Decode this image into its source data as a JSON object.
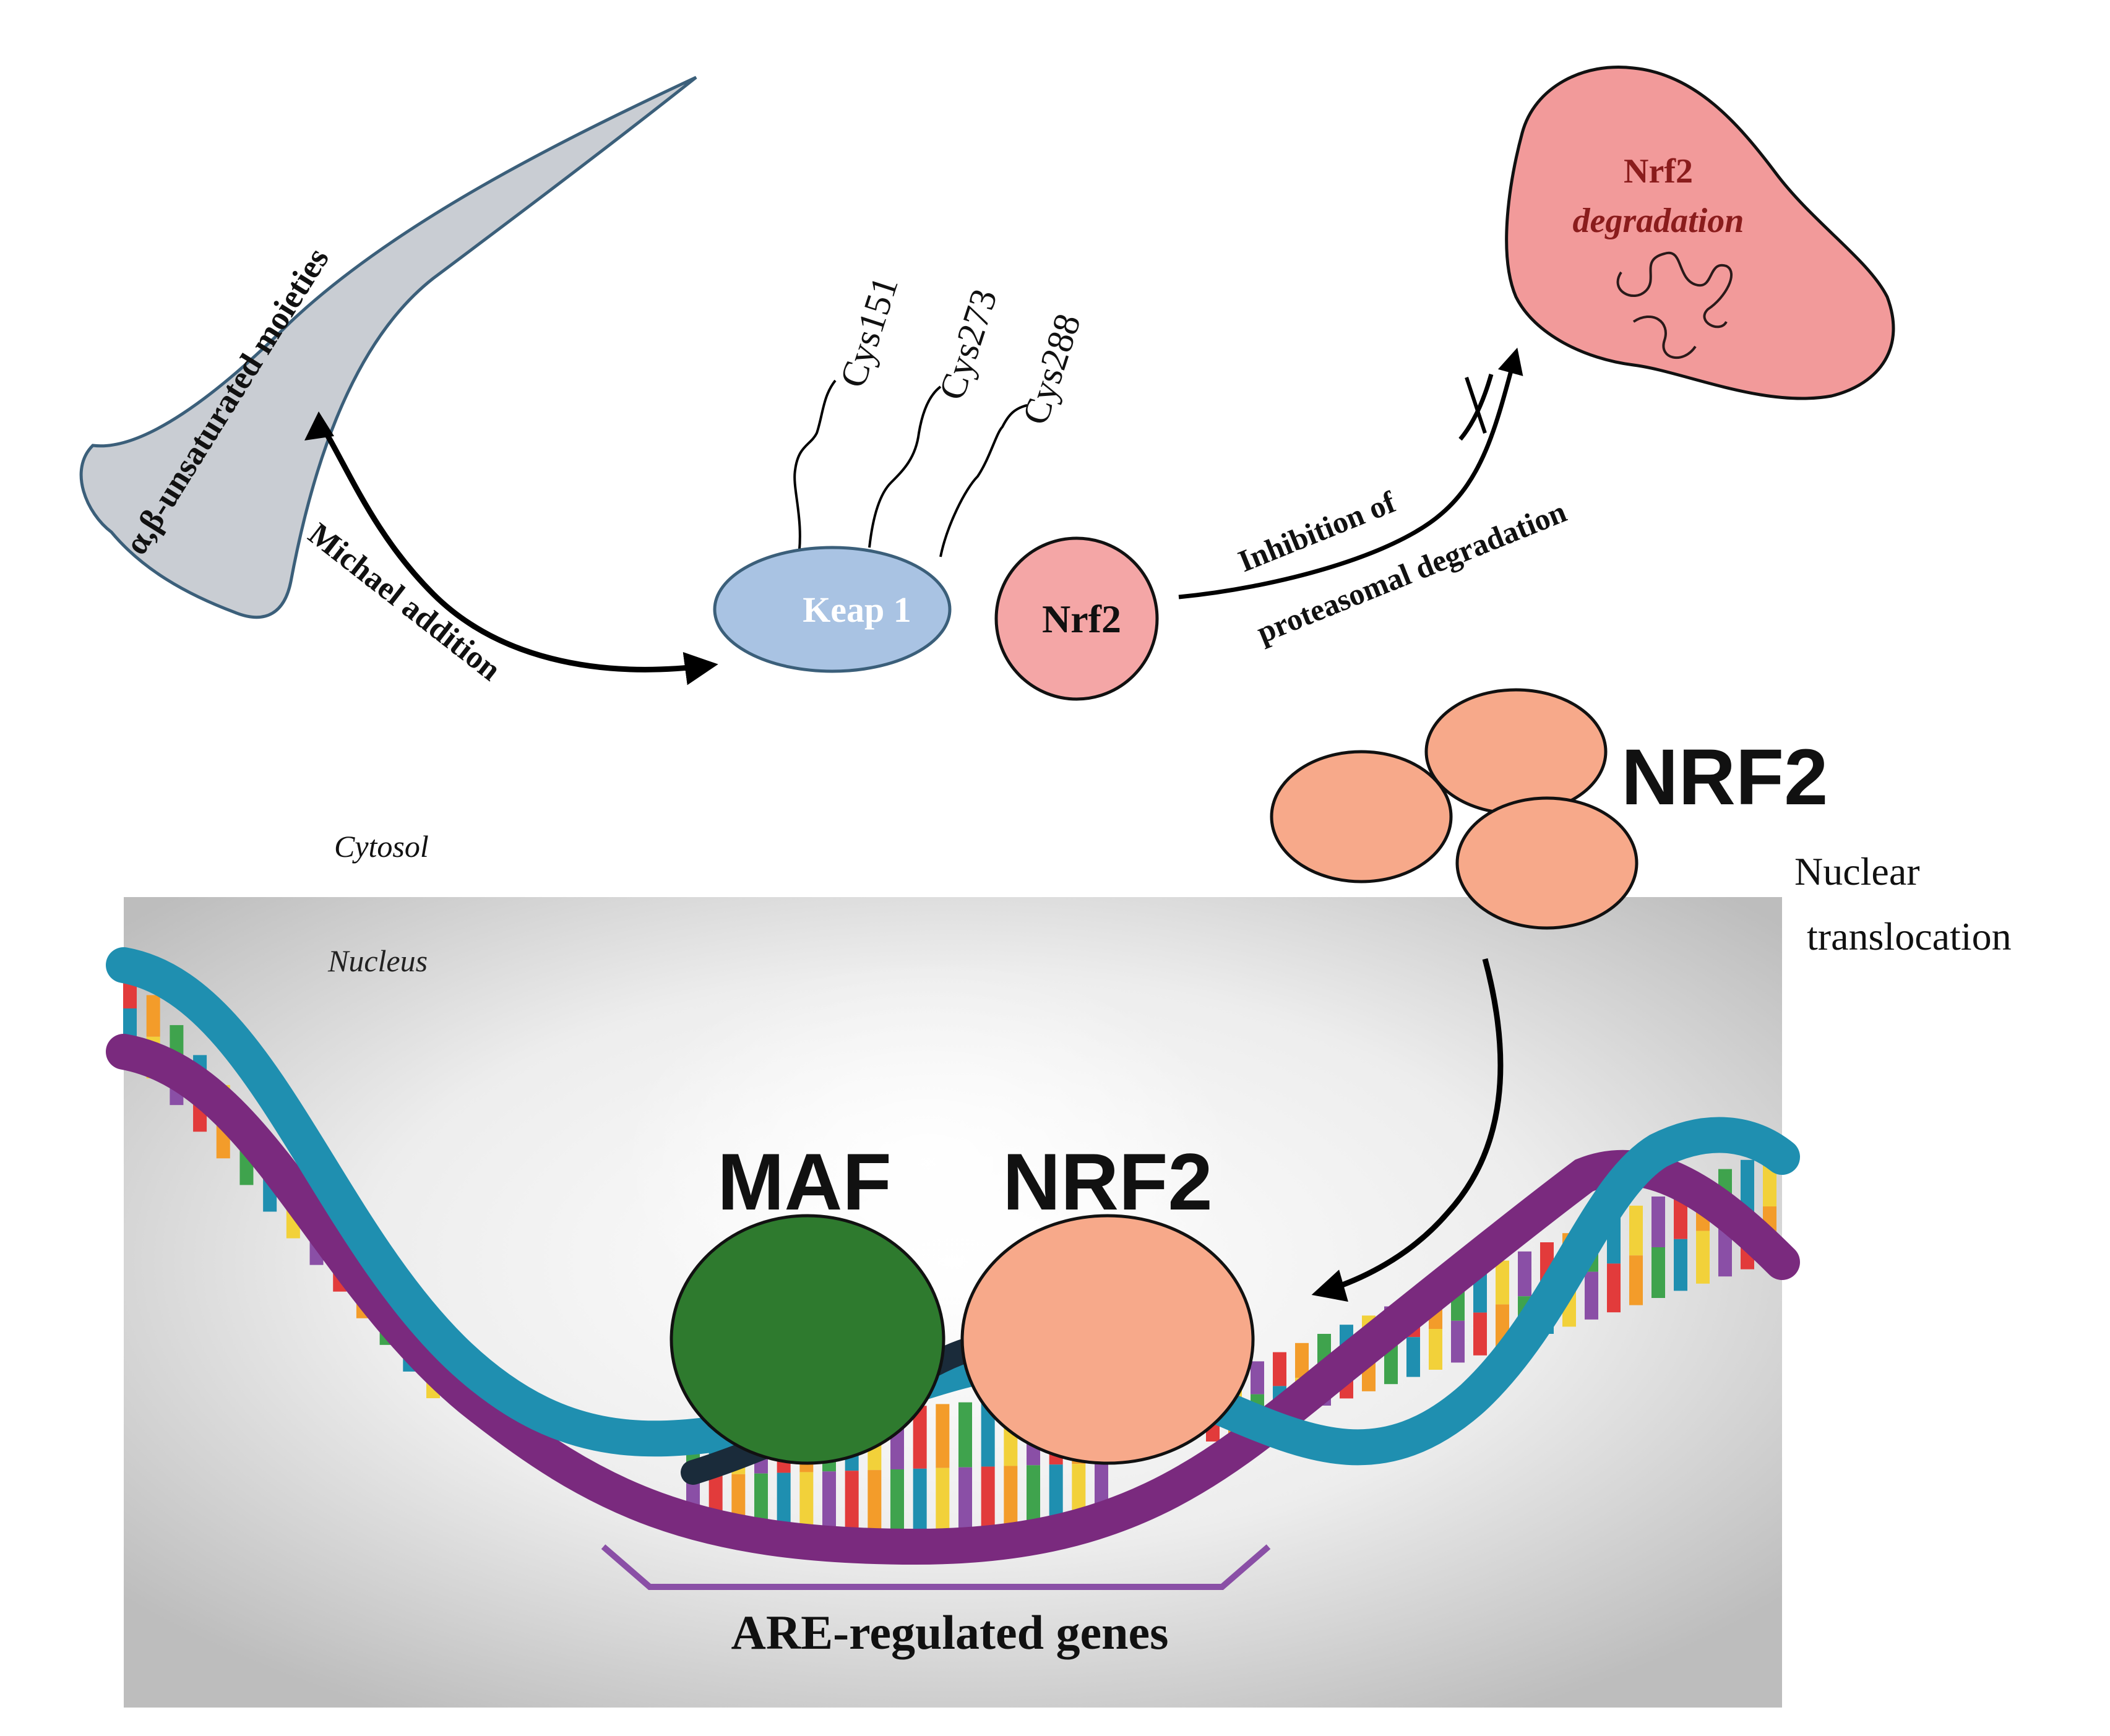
{
  "labels": {
    "moieties": "α,β-unsaturated moieties",
    "michael": "Michael addition",
    "keap1": "Keap 1",
    "nrf2_small": "Nrf2",
    "cys151": "Cys151",
    "cys273": "Cys273",
    "cys288": "Cys288",
    "inhibition_line1": "Inhibition of",
    "inhibition_line2": "proteasomal degradation",
    "degradation_line1": "Nrf2",
    "degradation_line2": "degradation",
    "nrf2_cluster": "NRF2",
    "nuclear_line1": "Nuclear",
    "nuclear_line2": "translocation",
    "cytosol": "Cytosol",
    "nucleus": "Nucleus",
    "maf": "MAF",
    "nrf2_dna": "NRF2",
    "are_genes": "ARE-regulated genes"
  },
  "colors": {
    "moiety_fill": "#c9cdd3",
    "keap1_fill": "#a9c3e3",
    "nrf2_fill": "#f4a6a6",
    "degradation_fill": "#f29a9a",
    "nrf2_cluster_fill": "#f7a98a",
    "maf_fill": "#2e7a2e",
    "are_bracket": "#8a4fa6",
    "dna_backbone_blue": "#1f8fb0",
    "dna_backbone_purple": "#7a2a7e"
  }
}
